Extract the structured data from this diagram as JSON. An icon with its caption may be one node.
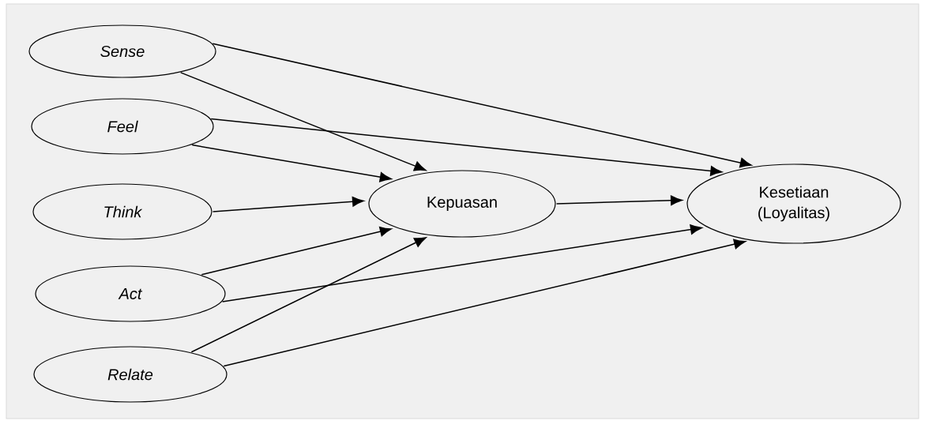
{
  "diagram": {
    "nodes": [
      {
        "text": [
          "Sense"
        ]
      },
      {
        "text": [
          "Feel"
        ]
      },
      {
        "text": [
          "Think"
        ]
      },
      {
        "text": [
          "Act"
        ]
      },
      {
        "text": [
          "Relate"
        ]
      },
      {
        "text": [
          "Kepuasan"
        ]
      },
      {
        "text": [
          "Kesetiaan (Loyalitas)"
        ]
      }
    ],
    "edges": [
      {
        "from": 0,
        "to": 5,
        "arrow": "to"
      },
      {
        "from": 0,
        "to": 6,
        "arrow": "to"
      },
      {
        "from": 1,
        "to": 5,
        "arrow": "to"
      },
      {
        "from": 1,
        "to": 6,
        "arrow": "to"
      },
      {
        "from": 2,
        "to": 5,
        "arrow": "to"
      },
      {
        "from": 3,
        "to": 5,
        "arrow": "to"
      },
      {
        "from": 3,
        "to": 6,
        "arrow": "to"
      },
      {
        "from": 4,
        "to": 5,
        "arrow": "to"
      },
      {
        "from": 4,
        "to": 6,
        "arrow": "to"
      },
      {
        "from": 5,
        "to": 6,
        "arrow": "to"
      }
    ]
  }
}
